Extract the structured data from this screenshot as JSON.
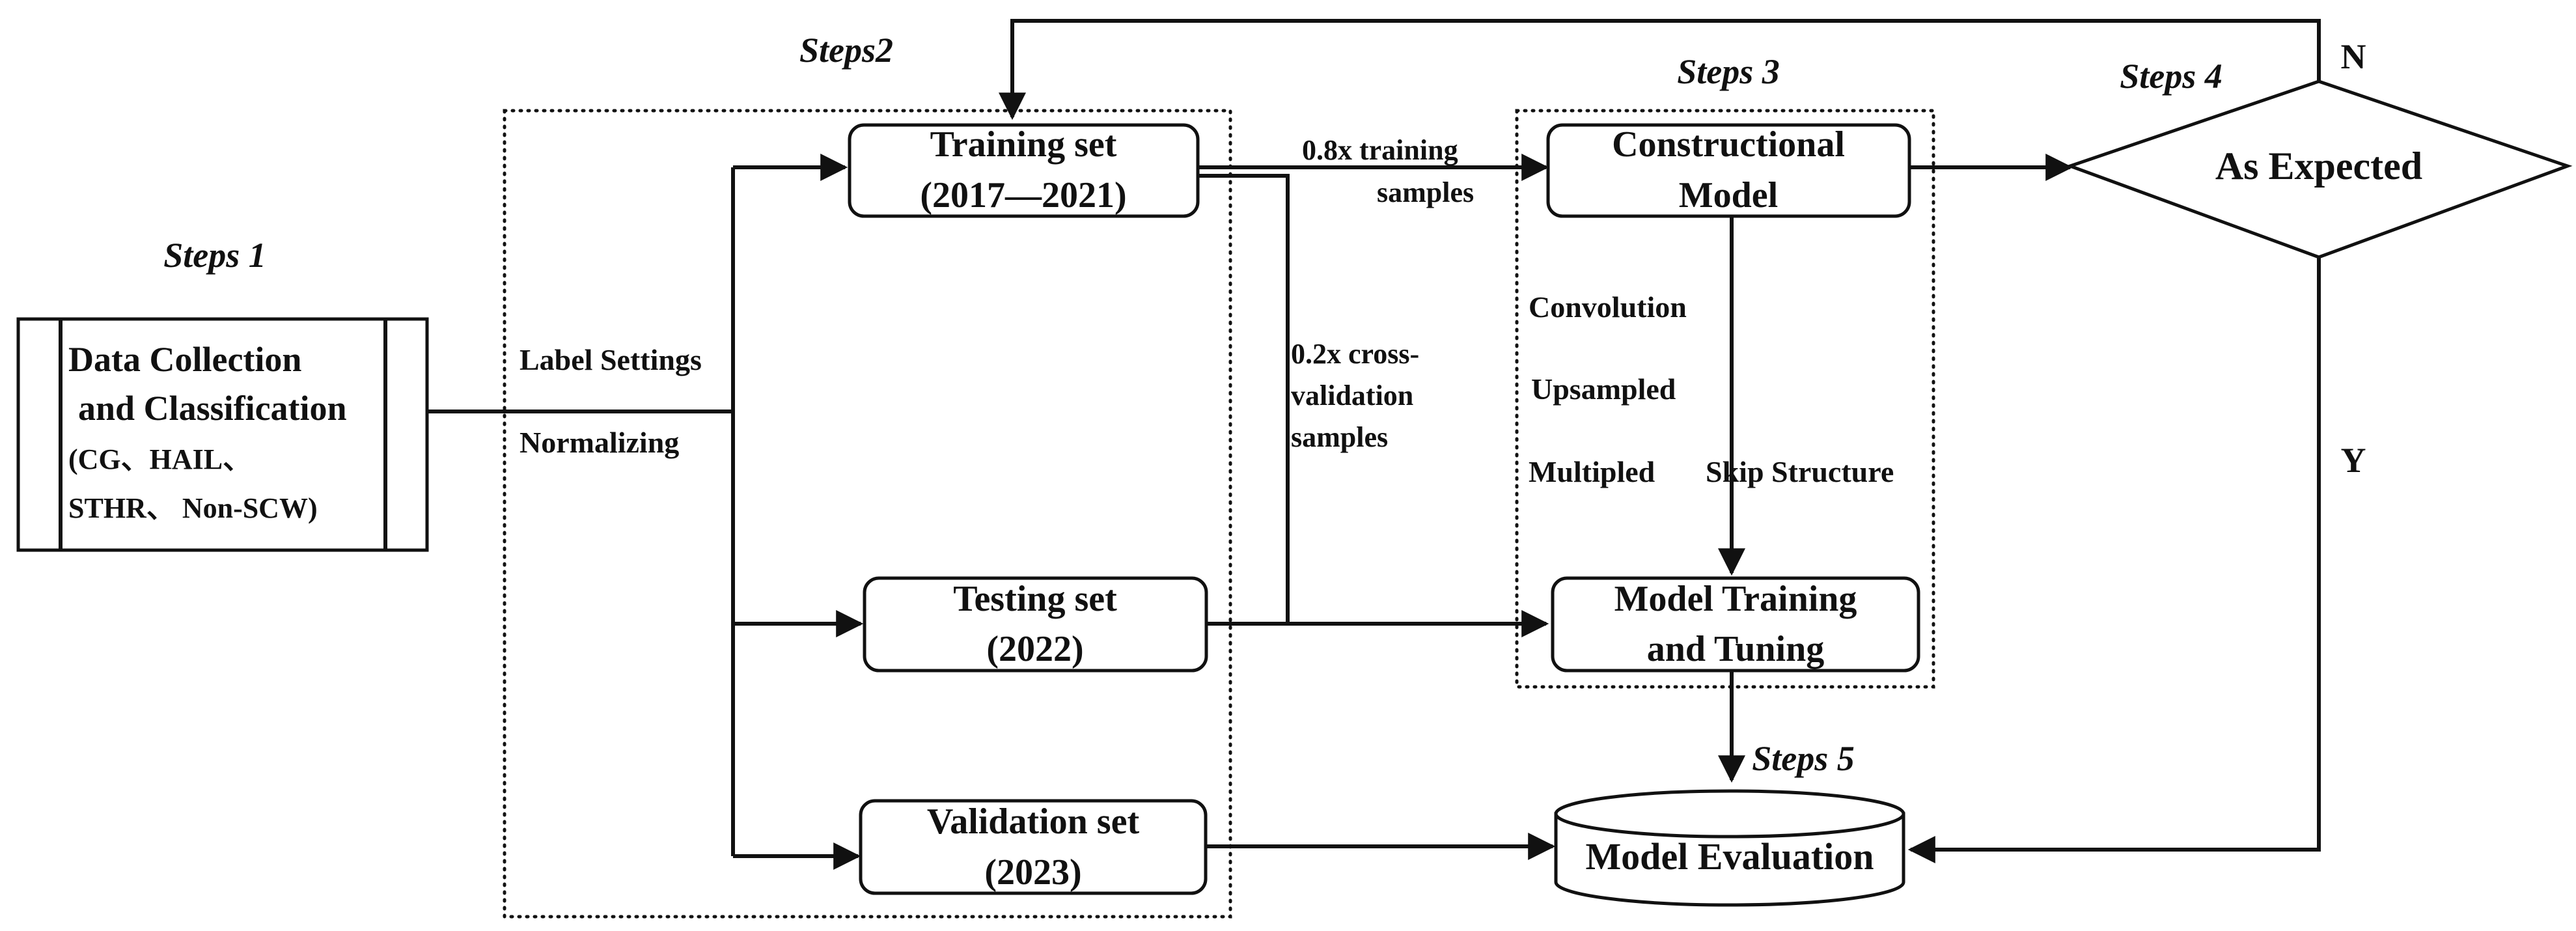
{
  "steps": {
    "step1": "Steps 1",
    "step2": "Steps2",
    "step3": "Steps 3",
    "step4": "Steps 4",
    "step5": "Steps 5"
  },
  "data_collection": {
    "line1": "Data Collection",
    "line2": "and Classification",
    "line3": "(CG、HAIL、",
    "line4": "STHR、 Non-SCW)"
  },
  "preprocess": {
    "label_settings": "Label Settings",
    "normalizing": "Normalizing"
  },
  "training_set": {
    "line1": "Training set",
    "line2": "(2017—2021)"
  },
  "testing_set": {
    "line1": "Testing set",
    "line2": "(2022)"
  },
  "validation_set": {
    "line1": "Validation set",
    "line2": "(2023)"
  },
  "split_labels": {
    "training_line1": "0.8x training",
    "training_line2": "samples",
    "cv_line1": "0.2x cross-",
    "cv_line2": "validation",
    "cv_line3": "samples"
  },
  "constructional_model": {
    "line1": "Constructional",
    "line2": "Model"
  },
  "model_ops": {
    "convolution": "Convolution",
    "upsampled": "Upsampled",
    "multipled": "Multipled",
    "skip_structure": "Skip Structure"
  },
  "model_training": {
    "line1": "Model Training",
    "line2": "and Tuning"
  },
  "decision": {
    "label": "As Expected",
    "no": "N",
    "yes": "Y"
  },
  "evaluation": {
    "label": "Model Evaluation"
  }
}
